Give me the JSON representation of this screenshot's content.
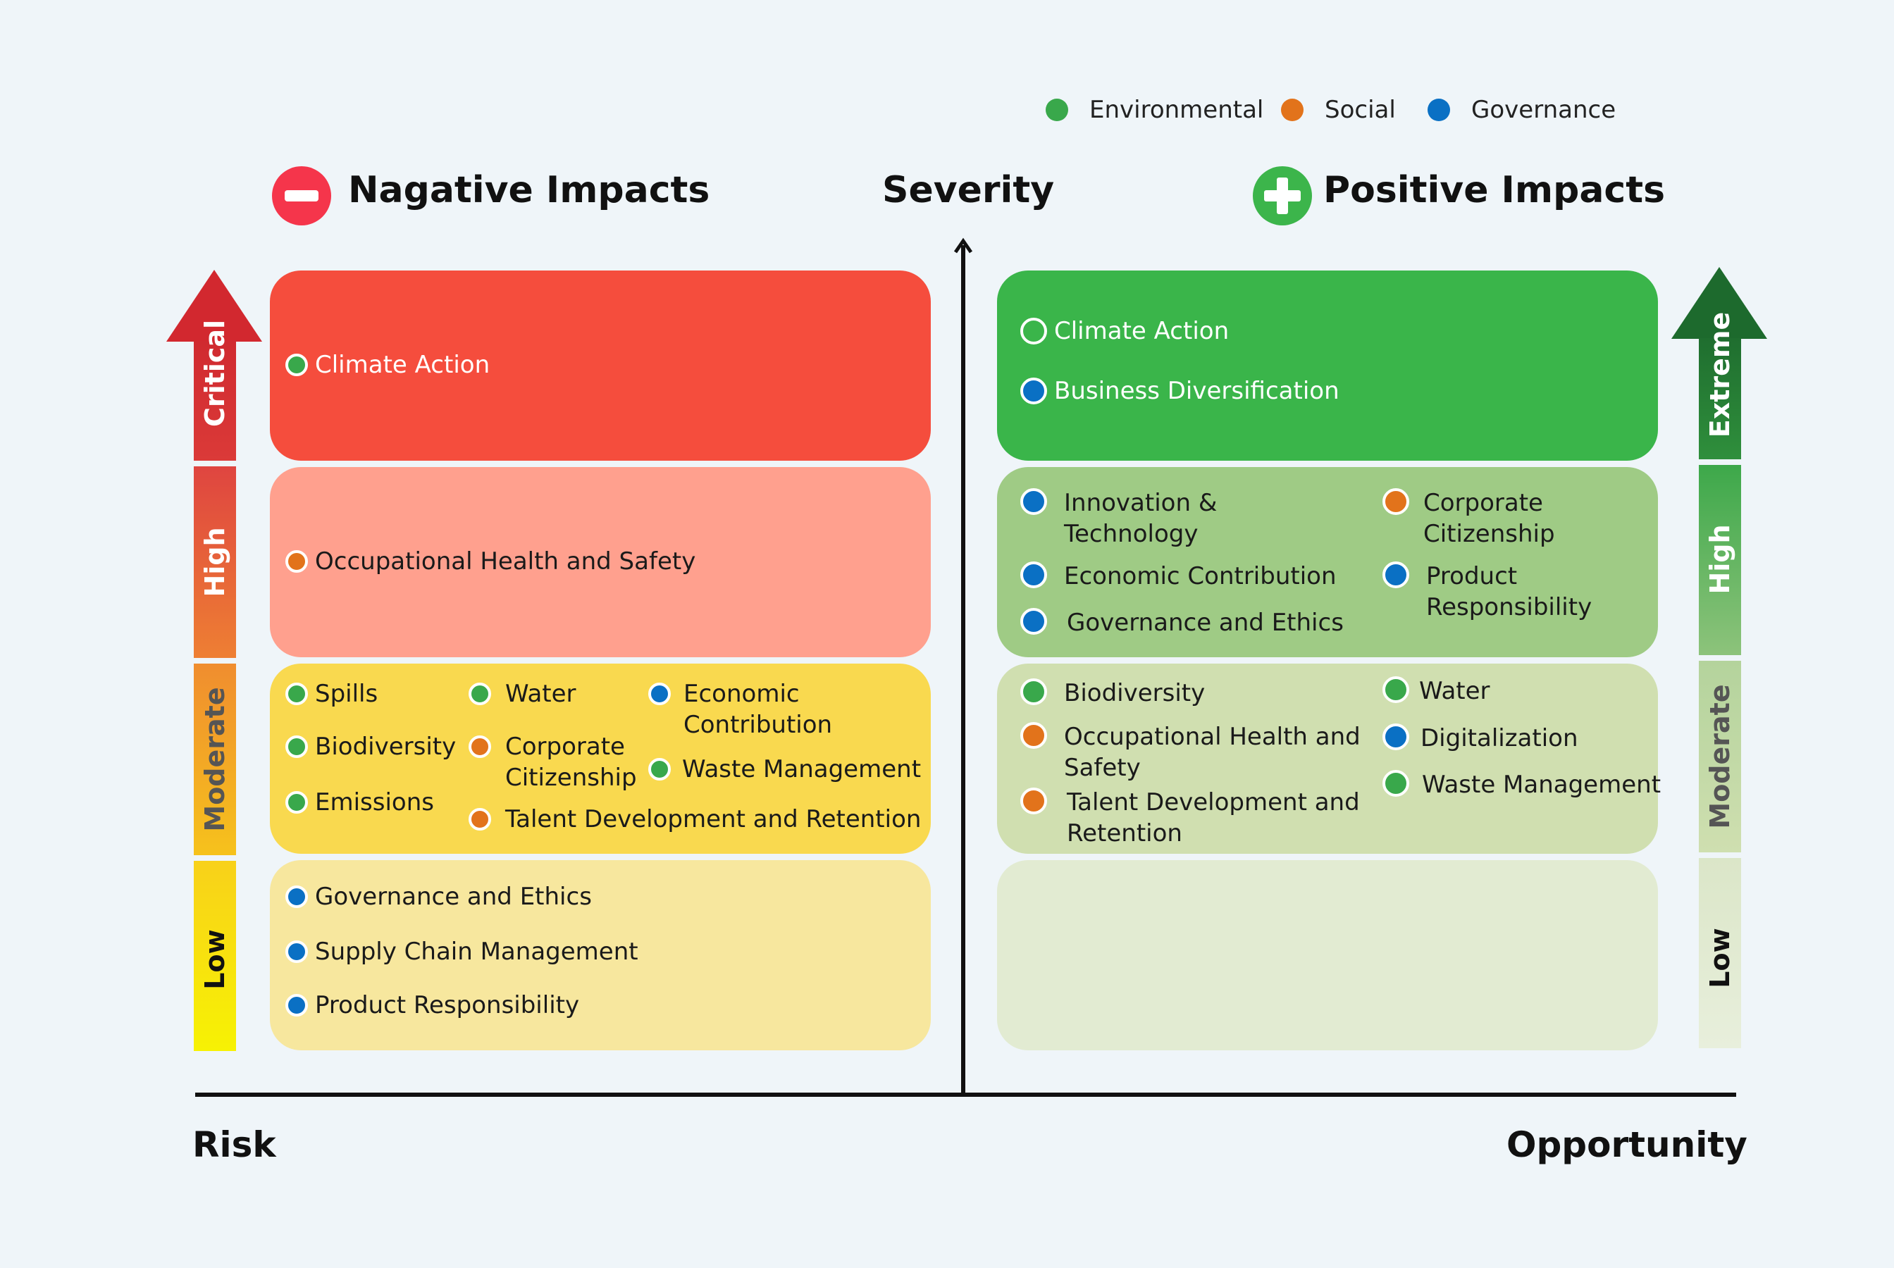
{
  "legend": [
    {
      "label": "Environmental",
      "color": "#39a84b"
    },
    {
      "label": "Social",
      "color": "#e2731b"
    },
    {
      "label": "Governance",
      "color": "#0a70c4"
    }
  ],
  "headings": {
    "negative": "Nagative Impacts",
    "severity": "Severity",
    "positive": "Positive Impacts"
  },
  "axis": {
    "risk": "Risk",
    "opportunity": "Opportunity"
  },
  "left_scale": [
    "Critical",
    "High",
    "Moderate",
    "Low"
  ],
  "right_scale": [
    "Extreme",
    "High",
    "Moderate",
    "Low"
  ],
  "negative": {
    "critical": [
      {
        "label": "Climate Action",
        "category": "env"
      }
    ],
    "high": [
      {
        "label": "Occupational Health and Safety",
        "category": "soc"
      }
    ],
    "moderate": [
      {
        "label": "Spills",
        "category": "env"
      },
      {
        "label": "Biodiversity",
        "category": "env"
      },
      {
        "label": "Emissions",
        "category": "env"
      },
      {
        "label": "Water",
        "category": "env"
      },
      {
        "label": "Corporate Citizenship",
        "category": "soc"
      },
      {
        "label": "Talent Development and Retention",
        "category": "soc"
      },
      {
        "label": "Economic Contribution",
        "category": "gov"
      },
      {
        "label": "Waste Management",
        "category": "env"
      }
    ],
    "low": [
      {
        "label": "Governance and Ethics",
        "category": "gov"
      },
      {
        "label": "Supply Chain Management",
        "category": "gov"
      },
      {
        "label": "Product Responsibility",
        "category": "gov"
      }
    ]
  },
  "positive": {
    "extreme": [
      {
        "label": "Climate Action",
        "category": "env"
      },
      {
        "label": "Business Diversification",
        "category": "gov"
      }
    ],
    "high": [
      {
        "label": "Innovation & Technology",
        "category": "gov"
      },
      {
        "label": "Economic Contribution",
        "category": "gov"
      },
      {
        "label": "Governance and Ethics",
        "category": "gov"
      },
      {
        "label": "Corporate Citizenship",
        "category": "soc"
      },
      {
        "label": "Product Responsibility",
        "category": "gov"
      }
    ],
    "moderate": [
      {
        "label": "Biodiversity",
        "category": "env"
      },
      {
        "label": "Occupational Health and Safety",
        "category": "soc"
      },
      {
        "label": "Talent Development and Retention",
        "category": "soc"
      },
      {
        "label": "Water",
        "category": "env"
      },
      {
        "label": "Digitalization",
        "category": "gov"
      },
      {
        "label": "Waste Management",
        "category": "env"
      }
    ],
    "low": []
  },
  "colors": {
    "neg_critical": "#f54d3d",
    "neg_high": "#ffa08e",
    "neg_moderate": "#f9d94f",
    "neg_low": "#f7e79e",
    "pos_extreme": "#3ab54a",
    "pos_high": "#9fcb85",
    "pos_moderate": "#d0dfb0",
    "pos_low": "#e2ebd2"
  }
}
